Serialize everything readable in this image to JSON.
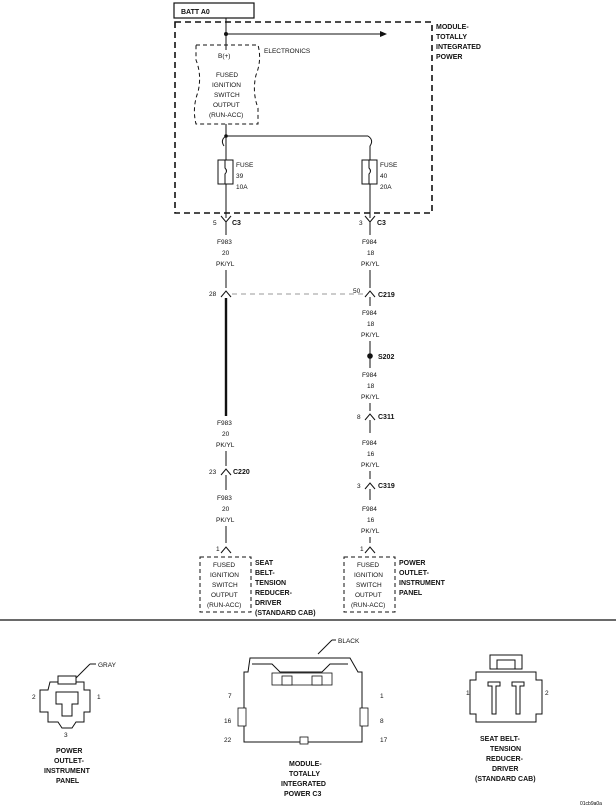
{
  "top": {
    "batt": "BATT A0",
    "module_label": [
      "MODULE-",
      "TOTALLY",
      "INTEGRATED",
      "POWER"
    ],
    "electronics": "ELECTRONICS",
    "b_plus": "B(+)",
    "fused_output": [
      "FUSED",
      "IGNITION",
      "SWITCH",
      "OUTPUT",
      "(RUN-ACC)"
    ]
  },
  "fuse_left": {
    "label": "FUSE",
    "num": "39",
    "amps": "10A"
  },
  "fuse_right": {
    "label": "FUSE",
    "num": "40",
    "amps": "20A"
  },
  "left": {
    "c3_pin": "5",
    "c3_label": "C3",
    "wire1": [
      "F983",
      "20",
      "PK/YL"
    ],
    "c219_pin": "28",
    "wire2": [
      "F983",
      "20",
      "PK/YL"
    ],
    "c220_pin": "23",
    "c220_label": "C220",
    "wire3": [
      "F983",
      "20",
      "PK/YL"
    ],
    "end_pin": "1",
    "box": [
      "FUSED",
      "IGNITION",
      "SWITCH",
      "OUTPUT",
      "(RUN-ACC)"
    ],
    "device": [
      "SEAT",
      "BELT-",
      "TENSION",
      "REDUCER-",
      "DRIVER",
      "(STANDARD CAB)"
    ]
  },
  "right": {
    "c3_pin": "3",
    "c3_label": "C3",
    "wire1": [
      "F984",
      "18",
      "PK/YL"
    ],
    "c219_pin": "50",
    "c219_label": "C219",
    "wire2": [
      "F984",
      "18",
      "PK/YL"
    ],
    "s202_label": "S202",
    "wire3": [
      "F984",
      "18",
      "PK/YL"
    ],
    "c311_pin": "8",
    "c311_label": "C311",
    "wire4": [
      "F984",
      "16",
      "PK/YL"
    ],
    "c319_pin": "3",
    "c319_label": "C319",
    "wire5": [
      "F984",
      "16",
      "PK/YL"
    ],
    "end_pin": "1",
    "box": [
      "FUSED",
      "IGNITION",
      "SWITCH",
      "OUTPUT",
      "(RUN-ACC)"
    ],
    "device": [
      "POWER",
      "OUTLET-",
      "INSTRUMENT",
      "PANEL"
    ]
  },
  "connectors": {
    "power_outlet": {
      "color_label": "GRAY",
      "pins": [
        "2",
        "1",
        "3"
      ],
      "caption": [
        "POWER",
        "OUTLET-",
        "INSTRUMENT",
        "PANEL"
      ]
    },
    "module_c3": {
      "color_label": "BLACK",
      "pins": [
        "7",
        "1",
        "16",
        "8",
        "22",
        "17"
      ],
      "caption": [
        "MODULE-",
        "TOTALLY",
        "INTEGRATED",
        "POWER C3"
      ]
    },
    "seat_belt": {
      "pins": [
        "1",
        "2"
      ],
      "caption": [
        "SEAT BELT-",
        "TENSION",
        "REDUCER-",
        "DRIVER",
        "(STANDARD CAB)"
      ]
    }
  },
  "footer_code": "01cb9a0a"
}
